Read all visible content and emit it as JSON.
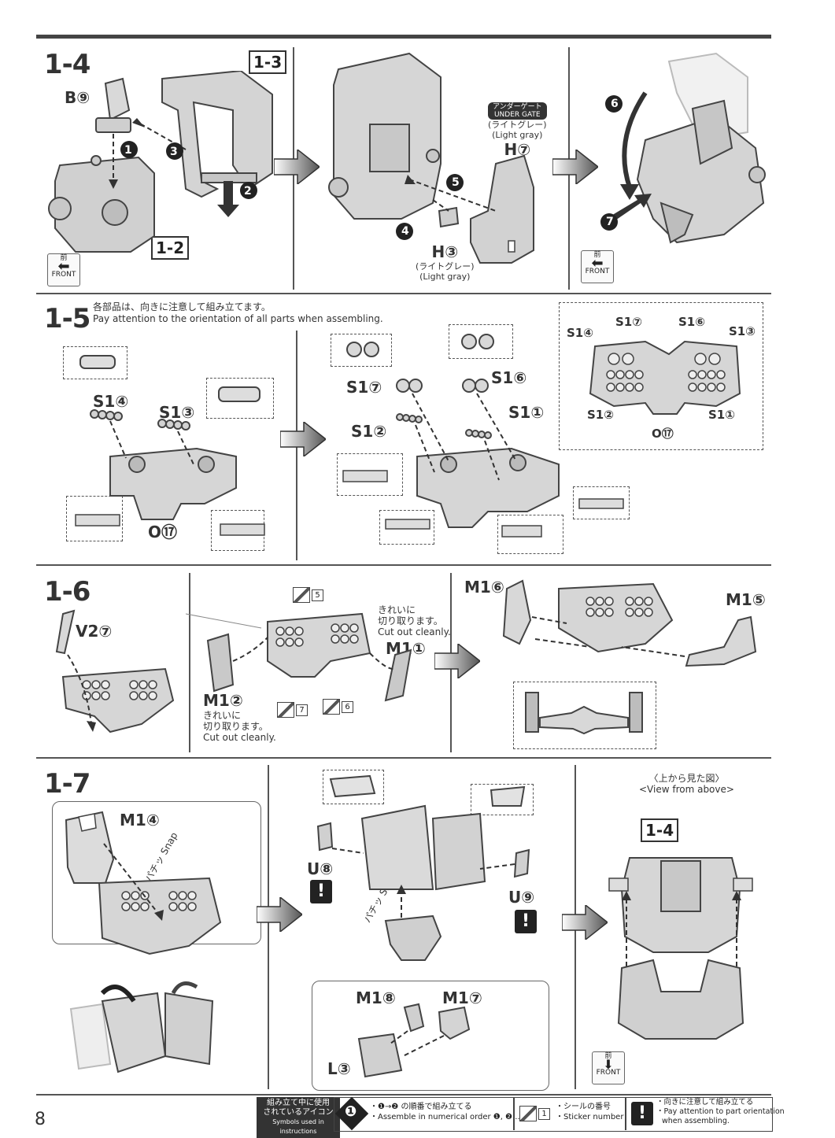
{
  "page": {
    "number": "8"
  },
  "step_1_4": {
    "step": "1-4",
    "refs": {
      "r13": "1-3",
      "r12": "1-2"
    },
    "parts": {
      "b9": "B⑨",
      "h7": "H⑦",
      "h3": "H③"
    },
    "under_gate_jp": "アンダーゲート",
    "under_gate_en": "UNDER GATE",
    "light_gray_jp": "(ライトグレー)",
    "light_gray_en": "(Light gray)",
    "order": {
      "n1": "❶",
      "n2": "❷",
      "n3": "❸",
      "n4": "❹",
      "n5": "❺",
      "n6": "❻",
      "n7": "❼"
    },
    "front_jp": "前",
    "front_en": "FRONT"
  },
  "step_1_5": {
    "step": "1-5",
    "note_jp": "各部品は、向きに注意して組み立てます。",
    "note_en": "Pay attention to the orientation of all parts when assembling.",
    "parts": {
      "s14": "S1④",
      "s13": "S1③",
      "s17": "S1⑦",
      "s16": "S1⑥",
      "s12": "S1②",
      "s11": "S1①",
      "o17": "O⑰"
    }
  },
  "step_1_6": {
    "step": "1-6",
    "parts": {
      "v27": "V2⑦",
      "m11": "M1①",
      "m12": "M1②",
      "m16": "M1⑥",
      "m15": "M1⑤"
    },
    "cut_jp_1": "きれいに",
    "cut_jp_2": "切り取ります。",
    "cut_en": "Cut out cleanly.",
    "stickers": {
      "s5": "5",
      "s7": "7",
      "s6": "6"
    }
  },
  "step_1_7": {
    "step": "1-7",
    "parts": {
      "m14": "M1④",
      "u8": "U⑧",
      "u9": "U⑨",
      "m18": "M1⑧",
      "m17": "M1⑦",
      "l3": "L③"
    },
    "snap_jp": "パチッ",
    "snap_en": "Snap",
    "view_jp": "〈上から見た図〉",
    "view_en": "<View from above>",
    "ref": "1-4",
    "front_jp": "前",
    "front_en": "FRONT",
    "excl": "!"
  },
  "legend": {
    "title_jp_1": "組み立て中に使用",
    "title_jp_2": "されているアイコン",
    "title_en": "Symbols used in instructions",
    "order_icon": "❶",
    "order_jp": "・❶→❷ の順番で組み立てる",
    "order_en": "・Assemble in numerical order ❶, ❷...",
    "sticker_num": "1",
    "sticker_jp": "・シールの番号",
    "sticker_en": "・Sticker number",
    "excl": "!",
    "orient_jp": "・向きに注意して組み立てる",
    "orient_en_1": "・Pay attention to part orientation",
    "orient_en_2": "when assembling."
  }
}
